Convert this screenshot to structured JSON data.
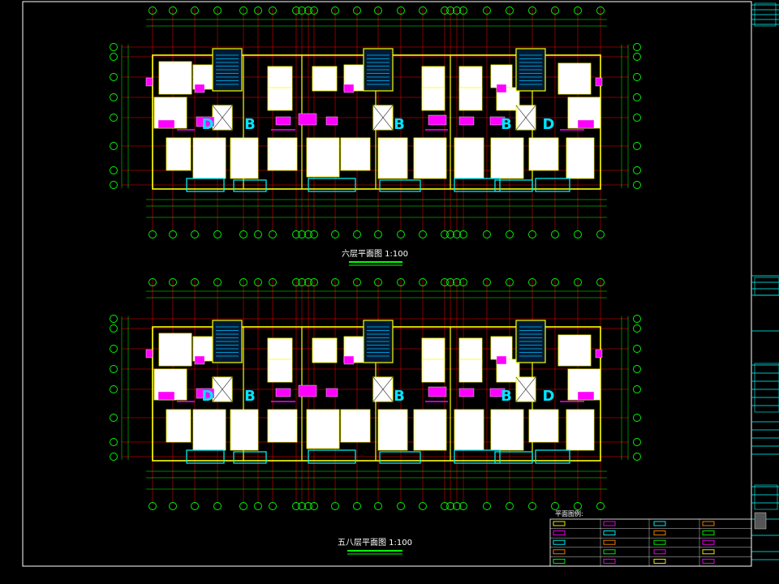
{
  "colors": {
    "background": "#000000",
    "frame": "#ffffff",
    "axis_line": "#ff0000",
    "axis_bubble": "#00ff00",
    "dim_text": "#ffffff",
    "wall": "#ffff00",
    "room_fill": "#ffffff",
    "partition": "#ff00ff",
    "stair": "#00bfff",
    "balcony": "#00ffff",
    "unit_letter": "#00e5ff",
    "title_underline": "#00ff00",
    "panel": "#00ffff"
  },
  "plans": [
    {
      "title": "六层平面图 1:100",
      "unit_labels": [
        "D",
        "B",
        "B",
        "B",
        "D"
      ]
    },
    {
      "title": "五八层平面图 1:100",
      "unit_labels": [
        "D",
        "B",
        "B",
        "B",
        "D"
      ]
    }
  ],
  "legend": {
    "header": "平面图例:",
    "items": [
      "",
      "",
      "",
      "",
      "",
      "",
      "",
      "",
      "",
      "",
      "",
      "",
      "",
      "",
      "",
      "",
      "",
      "",
      "",
      "",
      "",
      "",
      "",
      ""
    ]
  },
  "title_block": {
    "rows": [
      "",
      "",
      "",
      "",
      "",
      "",
      "",
      "",
      "",
      "",
      "",
      ""
    ]
  }
}
